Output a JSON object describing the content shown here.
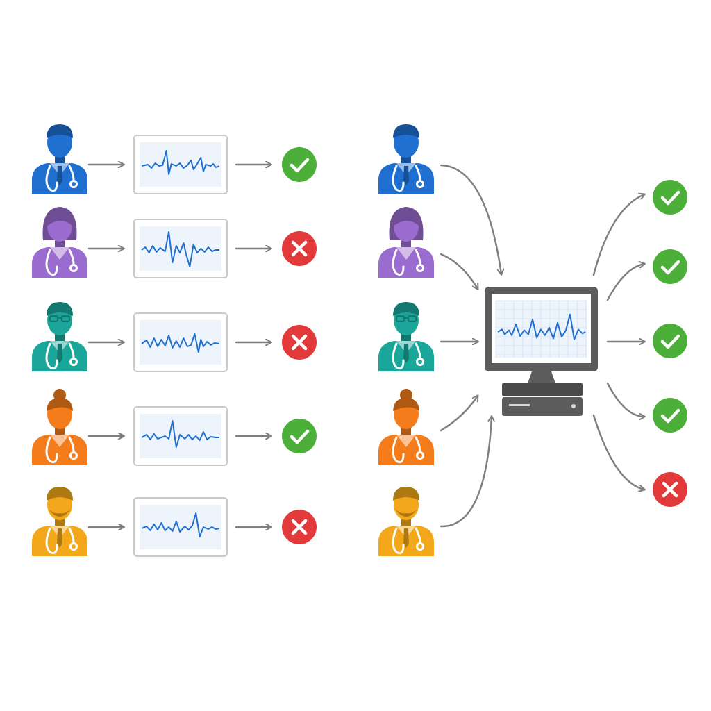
{
  "colors": {
    "background": "#ffffff",
    "arrow": "#7f7f7f",
    "ecg_line": "#1f6fd1",
    "ecg_panel_fill": "#eef4fb",
    "ecg_frame": "#c9c9c9",
    "check_green": "#4caf3a",
    "cross_red": "#e23a3a",
    "computer_body": "#5c5c5c"
  },
  "left_panel": {
    "rows": [
      {
        "clinician": {
          "icon": "male-doctor-icon",
          "color": "#1f6fd1"
        },
        "ecg_shape": "spike-a",
        "outcome": "correct"
      },
      {
        "clinician": {
          "icon": "female-doctor-icon",
          "color": "#9a6ccf"
        },
        "ecg_shape": "spike-b",
        "outcome": "incorrect"
      },
      {
        "clinician": {
          "icon": "male-doctor-glasses-icon",
          "color": "#1aa79a"
        },
        "ecg_shape": "spike-c",
        "outcome": "incorrect"
      },
      {
        "clinician": {
          "icon": "female-doctor-bun-icon",
          "color": "#f47c1b"
        },
        "ecg_shape": "spike-d",
        "outcome": "correct"
      },
      {
        "clinician": {
          "icon": "male-doctor-beard-icon",
          "color": "#f2a81a"
        },
        "ecg_shape": "spike-e",
        "outcome": "incorrect"
      }
    ]
  },
  "right_panel": {
    "clinicians": [
      {
        "icon": "male-doctor-icon",
        "color": "#1f6fd1"
      },
      {
        "icon": "female-doctor-icon",
        "color": "#9a6ccf"
      },
      {
        "icon": "male-doctor-glasses-icon",
        "color": "#1aa79a"
      },
      {
        "icon": "female-doctor-bun-icon",
        "color": "#f47c1b"
      },
      {
        "icon": "male-doctor-beard-icon",
        "color": "#f2a81a"
      }
    ],
    "computer": {
      "icon": "computer-monitor-icon"
    },
    "outcomes": [
      "correct",
      "correct",
      "correct",
      "correct",
      "incorrect"
    ]
  }
}
